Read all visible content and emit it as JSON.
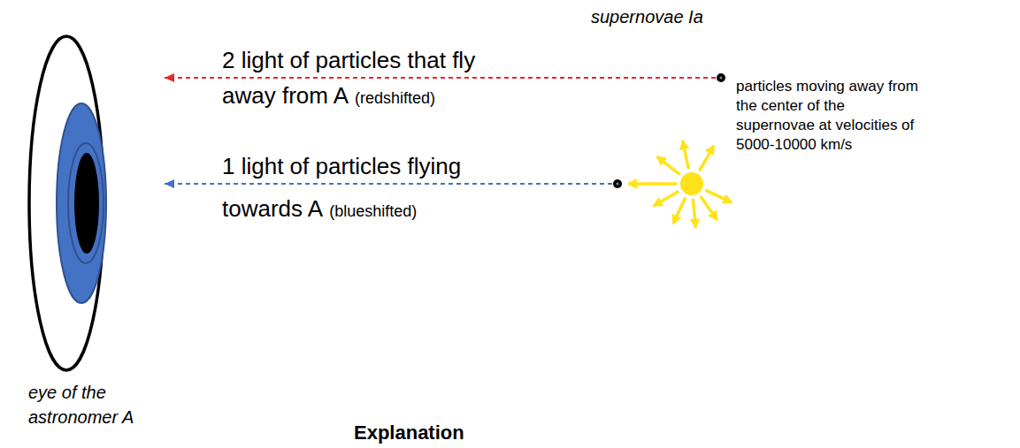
{
  "diagram": {
    "nodes": [
      {
        "text": [
          "eye of the astronomer A"
        ]
      }
    ],
    "labels": [
      "supernovae Ia",
      "2 light of particles that fly away from A",
      "(redshifted)",
      "1 light of particles flying towards A",
      "(blueshifted)",
      "particles moving away from the center of the supernovae at velocities of 5000-10000 km/s",
      "Explanation"
    ]
  }
}
